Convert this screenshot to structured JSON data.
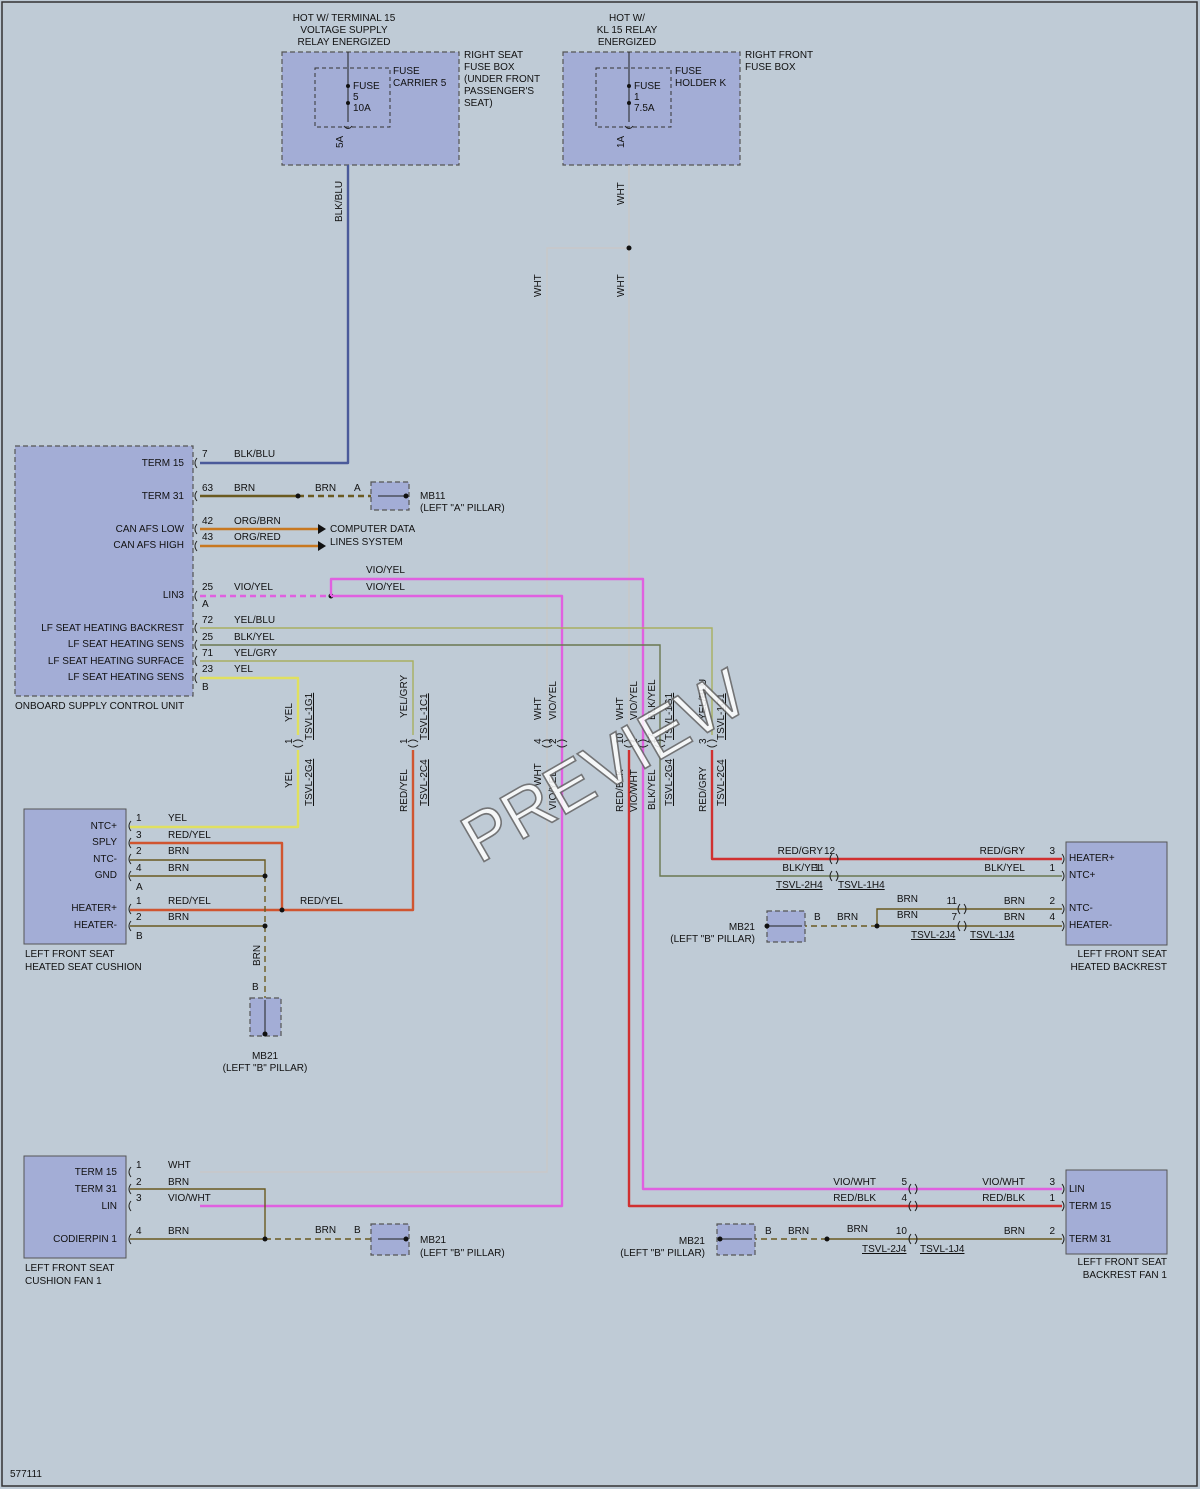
{
  "colors": {
    "blk_blu": "#4a5a9a",
    "brn": "#6a5a20",
    "org": "#c87820",
    "vio_yel": "#e060e0",
    "yel_blu": "#a8b060",
    "blk_yel": "#6a7850",
    "yel_gry": "#a8b060",
    "yel": "#e0e060",
    "red_yel": "#d05530",
    "wht": "#c8c8c8",
    "red": "#d03030",
    "vio_wht": "#e060e0",
    "red_blk": "#d03030"
  },
  "top": {
    "hot15": [
      "HOT W/ TERMINAL 15",
      "VOLTAGE SUPPLY",
      "RELAY ENERGIZED"
    ],
    "hotkl": [
      "HOT W/",
      "KL 15 RELAY",
      "ENERGIZED"
    ],
    "fusebox1_name": [
      "RIGHT SEAT",
      "FUSE BOX",
      "(UNDER FRONT",
      "PASSENGER'S",
      "SEAT)"
    ],
    "fusebox2_name": [
      "RIGHT FRONT",
      "FUSE BOX"
    ],
    "fuse1": {
      "title": "FUSE",
      "num": "5",
      "rating": "10A",
      "carrier": [
        "FUSE",
        "CARRIER 5"
      ],
      "out": "5A"
    },
    "fuse2": {
      "title": "FUSE",
      "num": "1",
      "rating": "7.5A",
      "carrier": [
        "FUSE",
        "HOLDER K"
      ],
      "out": "1A"
    },
    "w_blkblu": "BLK/BLU",
    "w_wht": "WHT"
  },
  "ecu": {
    "name": "ONBOARD SUPPLY CONTROL UNIT",
    "pins": [
      {
        "label": "TERM 15",
        "num": "7",
        "wire": "BLK/BLU"
      },
      {
        "label": "TERM 31",
        "num": "63",
        "wire": "BRN"
      },
      {
        "label": "CAN AFS LOW",
        "num": "42",
        "wire": "ORG/BRN"
      },
      {
        "label": "CAN AFS HIGH",
        "num": "43",
        "wire": "ORG/RED"
      },
      {
        "label": "LIN3",
        "num": "25",
        "wire": "VIO/YEL"
      },
      {
        "label": "LF SEAT HEATING BACKREST",
        "num": "72",
        "wire": "YEL/BLU"
      },
      {
        "label": "LF SEAT HEATING SENS",
        "num": "25",
        "wire": "BLK/YEL"
      },
      {
        "label": "LF SEAT HEATING SURFACE",
        "num": "71",
        "wire": "YEL/GRY"
      },
      {
        "label": "LF SEAT HEATING SENS",
        "num": "23",
        "wire": "YEL"
      }
    ],
    "conn_a": "A",
    "conn_b": "B",
    "brn2": "BRN",
    "term_a": "A",
    "mb11": [
      "MB11",
      "(LEFT \"A\" PILLAR)"
    ],
    "cds": [
      "COMPUTER DATA",
      "LINES SYSTEM"
    ],
    "vio1": "VIO/YEL",
    "vio2": "VIO/YEL"
  },
  "mid": {
    "c1": {
      "top": "YEL",
      "num": "1",
      "conn": "TSVL-1G1",
      "bot": "YEL",
      "conn2": "TSVL-2G4"
    },
    "c2": {
      "top": "YEL/GRY",
      "num": "1",
      "conn": "TSVL-1C1",
      "bot": "RED/YEL",
      "conn2": "TSVL-2C4"
    },
    "c3": {
      "top": "WHT",
      "num": "4",
      "bot": "WHT"
    },
    "c4": {
      "top": "VIO/YEL",
      "num": "2",
      "bot": "VIO/YEL"
    },
    "c5": {
      "top": "WHT",
      "num": "10",
      "bot": "RED/BLK"
    },
    "c6": {
      "top": "VIO/YEL",
      "num": "1",
      "bot": "VIO/WHT"
    },
    "c7": {
      "top": "BLK/YEL",
      "num": "17",
      "conn": "TSVL-1G1",
      "bot": "BLK/YEL",
      "conn2": "TSVL-2G4"
    },
    "c8": {
      "top": "YEL/BLU",
      "num": "3",
      "conn": "TSVL-1C1",
      "bot": "RED/GRY",
      "conn2": "TSVL-2C4"
    }
  },
  "cushion": {
    "name": [
      "LEFT FRONT SEAT",
      "HEATED SEAT CUSHION"
    ],
    "labels": [
      "NTC+",
      "SPLY",
      "NTC-",
      "GND",
      "HEATER+",
      "HEATER-"
    ],
    "nums": [
      "1",
      "3",
      "2",
      "4",
      "1",
      "2"
    ],
    "wires": [
      "YEL",
      "RED/YEL",
      "BRN",
      "BRN",
      "RED/YEL",
      "BRN"
    ],
    "conn_a": "A",
    "conn_b": "B",
    "red_yel": "RED/YEL",
    "brn_v": "BRN",
    "b": "B",
    "mb21": [
      "MB21",
      "(LEFT \"B\" PILLAR)"
    ]
  },
  "backrest": {
    "name": [
      "LEFT FRONT SEAT",
      "HEATED BACKREST"
    ],
    "labels": [
      "HEATER+",
      "NTC+",
      "NTC-",
      "HEATER-"
    ],
    "nums": [
      "3",
      "1",
      "2",
      "4"
    ],
    "wires": [
      "RED/GRY",
      "BLK/YEL",
      "BRN",
      "BRN"
    ],
    "inner": [
      {
        "w": "RED/GRY",
        "n": "12"
      },
      {
        "w": "BLK/YEL",
        "n": "11"
      },
      {
        "w": "BRN",
        "n": "11"
      },
      {
        "w": "BRN",
        "n": "7"
      }
    ],
    "conns": [
      "TSVL-2H4",
      "TSVL-1H4",
      "TSVL-2J4",
      "TSVL-1J4"
    ],
    "b": "B",
    "brn": "BRN",
    "mb21": [
      "MB21",
      "(LEFT \"B\" PILLAR)"
    ]
  },
  "fan1": {
    "name": [
      "LEFT FRONT SEAT",
      "CUSHION FAN 1"
    ],
    "labels": [
      "TERM 15",
      "TERM 31",
      "LIN",
      "CODIERPIN 1"
    ],
    "nums": [
      "1",
      "2",
      "3",
      "4"
    ],
    "wires": [
      "WHT",
      "BRN",
      "VIO/WHT",
      "BRN"
    ],
    "brn": "BRN",
    "b": "B",
    "mb21": [
      "MB21",
      "(LEFT \"B\" PILLAR)"
    ]
  },
  "fan2": {
    "name": [
      "LEFT FRONT SEAT",
      "BACKREST FAN 1"
    ],
    "labels": [
      "LIN",
      "TERM 15",
      "TERM 31"
    ],
    "nums": [
      "3",
      "1",
      "2"
    ],
    "wires": [
      "VIO/WHT",
      "RED/BLK",
      "BRN"
    ],
    "inner": [
      {
        "w": "VIO/WHT",
        "n": "5"
      },
      {
        "w": "RED/BLK",
        "n": "4"
      },
      {
        "w": "BRN",
        "n": "10"
      }
    ],
    "conns": [
      "TSVL-2J4",
      "TSVL-1J4"
    ],
    "b": "B",
    "brn": "BRN",
    "mb21": [
      "MB21",
      "(LEFT \"B\" PILLAR)"
    ]
  },
  "footer": {
    "id": "577111"
  },
  "watermark": "PREVIEW"
}
